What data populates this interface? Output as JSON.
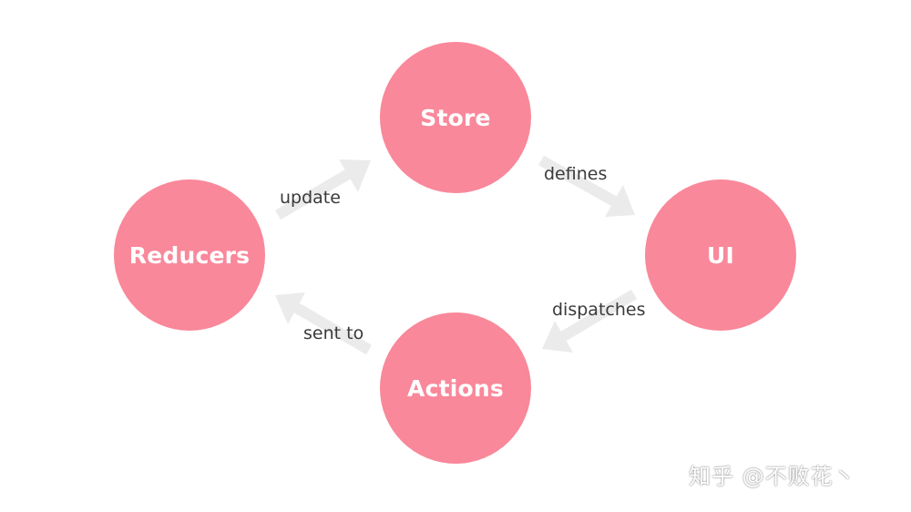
{
  "diagram": {
    "nodes": [
      {
        "id": "store",
        "label": "Store"
      },
      {
        "id": "ui",
        "label": "UI"
      },
      {
        "id": "actions",
        "label": "Actions"
      },
      {
        "id": "reducers",
        "label": "Reducers"
      }
    ],
    "edges": [
      {
        "from": "store",
        "to": "ui",
        "label": "defines"
      },
      {
        "from": "ui",
        "to": "actions",
        "label": "dispatches"
      },
      {
        "from": "actions",
        "to": "reducers",
        "label": "sent to"
      },
      {
        "from": "reducers",
        "to": "store",
        "label": "update"
      }
    ],
    "colors": {
      "node_fill": "#F9889A",
      "arrow": "#EBEBEB",
      "label_text": "#3A3A3A"
    }
  },
  "watermark": "知乎 @不败花丶"
}
